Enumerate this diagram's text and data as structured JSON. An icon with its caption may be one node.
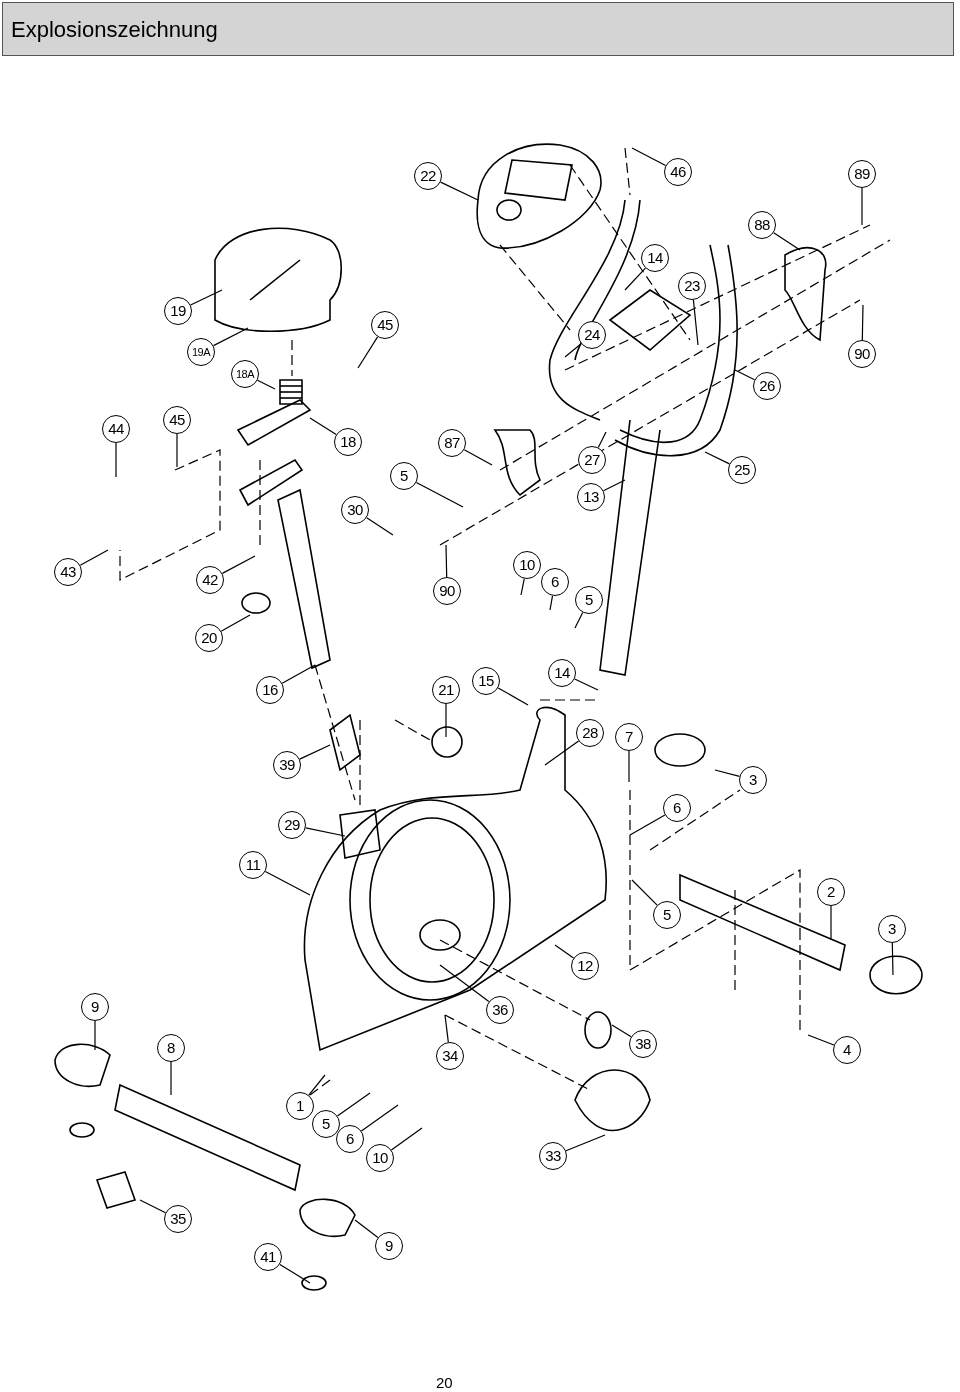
{
  "diagram": {
    "title": "Explosionszeichnung",
    "nodes": [
      {
        "text": [
          "46"
        ]
      },
      {
        "text": [
          "22"
        ]
      },
      {
        "text": [
          "89"
        ]
      },
      {
        "text": [
          "88"
        ]
      },
      {
        "text": [
          "14"
        ]
      },
      {
        "text": [
          "23"
        ]
      },
      {
        "text": [
          "19"
        ]
      },
      {
        "text": [
          "45"
        ]
      },
      {
        "text": [
          "24"
        ]
      },
      {
        "text": [
          "19A"
        ]
      },
      {
        "text": [
          "18A"
        ]
      },
      {
        "text": [
          "90"
        ]
      },
      {
        "text": [
          "26"
        ]
      },
      {
        "text": [
          "44"
        ]
      },
      {
        "text": [
          "45"
        ]
      },
      {
        "text": [
          "18"
        ]
      },
      {
        "text": [
          "87"
        ]
      },
      {
        "text": [
          "27"
        ]
      },
      {
        "text": [
          "25"
        ]
      },
      {
        "text": [
          "5"
        ]
      },
      {
        "text": [
          "13"
        ]
      },
      {
        "text": [
          "30"
        ]
      },
      {
        "text": [
          "43"
        ]
      },
      {
        "text": [
          "42"
        ]
      },
      {
        "text": [
          "90"
        ]
      },
      {
        "text": [
          "10"
        ]
      },
      {
        "text": [
          "6"
        ]
      },
      {
        "text": [
          "5"
        ]
      },
      {
        "text": [
          "20"
        ]
      },
      {
        "text": [
          "16"
        ]
      },
      {
        "text": [
          "21"
        ]
      },
      {
        "text": [
          "15"
        ]
      },
      {
        "text": [
          "14"
        ]
      },
      {
        "text": [
          "28"
        ]
      },
      {
        "text": [
          "7"
        ]
      },
      {
        "text": [
          "39"
        ]
      },
      {
        "text": [
          "3"
        ]
      },
      {
        "text": [
          "6"
        ]
      },
      {
        "text": [
          "29"
        ]
      },
      {
        "text": [
          "11"
        ]
      },
      {
        "text": [
          "2"
        ]
      },
      {
        "text": [
          "3"
        ]
      },
      {
        "text": [
          "12"
        ]
      },
      {
        "text": [
          "5"
        ]
      },
      {
        "text": [
          "9"
        ]
      },
      {
        "text": [
          "36"
        ]
      },
      {
        "text": [
          "38"
        ]
      },
      {
        "text": [
          "8"
        ]
      },
      {
        "text": [
          "4"
        ]
      },
      {
        "text": [
          "34"
        ]
      },
      {
        "text": [
          "1"
        ]
      },
      {
        "text": [
          "5"
        ]
      },
      {
        "text": [
          "6"
        ]
      },
      {
        "text": [
          "33"
        ]
      },
      {
        "text": [
          "10"
        ]
      },
      {
        "text": [
          "35"
        ]
      },
      {
        "text": [
          "9"
        ]
      },
      {
        "text": [
          "41"
        ]
      }
    ],
    "edges": [
      {
        "from": 0,
        "to": null,
        "arrow": "none"
      },
      {
        "from": 1,
        "to": null,
        "arrow": "none"
      },
      {
        "from": 2,
        "to": null,
        "arrow": "none"
      },
      {
        "from": 3,
        "to": null,
        "arrow": "none"
      },
      {
        "from": 4,
        "to": null,
        "arrow": "none"
      },
      {
        "from": 5,
        "to": null,
        "arrow": "none"
      },
      {
        "from": 6,
        "to": null,
        "arrow": "none"
      },
      {
        "from": 7,
        "to": null,
        "arrow": "none"
      },
      {
        "from": 8,
        "to": null,
        "arrow": "none"
      },
      {
        "from": 9,
        "to": null,
        "arrow": "none"
      },
      {
        "from": 10,
        "to": null,
        "arrow": "none"
      },
      {
        "from": 11,
        "to": null,
        "arrow": "none"
      },
      {
        "from": 12,
        "to": null,
        "arrow": "none"
      },
      {
        "from": 13,
        "to": null,
        "arrow": "none"
      },
      {
        "from": 14,
        "to": null,
        "arrow": "none"
      },
      {
        "from": 15,
        "to": null,
        "arrow": "none"
      },
      {
        "from": 16,
        "to": null,
        "arrow": "none"
      },
      {
        "from": 17,
        "to": null,
        "arrow": "none"
      },
      {
        "from": 18,
        "to": null,
        "arrow": "none"
      },
      {
        "from": 19,
        "to": null,
        "arrow": "none"
      },
      {
        "from": 20,
        "to": null,
        "arrow": "none"
      },
      {
        "from": 21,
        "to": null,
        "arrow": "none"
      },
      {
        "from": 22,
        "to": null,
        "arrow": "none"
      },
      {
        "from": 23,
        "to": null,
        "arrow": "none"
      },
      {
        "from": 24,
        "to": null,
        "arrow": "none"
      },
      {
        "from": 25,
        "to": null,
        "arrow": "none"
      },
      {
        "from": 26,
        "to": null,
        "arrow": "none"
      },
      {
        "from": 27,
        "to": null,
        "arrow": "none"
      },
      {
        "from": 28,
        "to": null,
        "arrow": "none"
      },
      {
        "from": 29,
        "to": null,
        "arrow": "none"
      },
      {
        "from": 30,
        "to": null,
        "arrow": "none"
      },
      {
        "from": 31,
        "to": null,
        "arrow": "none"
      },
      {
        "from": 32,
        "to": null,
        "arrow": "none"
      },
      {
        "from": 33,
        "to": null,
        "arrow": "none"
      },
      {
        "from": 34,
        "to": null,
        "arrow": "none"
      },
      {
        "from": 35,
        "to": null,
        "arrow": "none"
      },
      {
        "from": 36,
        "to": null,
        "arrow": "none"
      },
      {
        "from": 37,
        "to": null,
        "arrow": "none"
      },
      {
        "from": 38,
        "to": null,
        "arrow": "none"
      },
      {
        "from": 39,
        "to": null,
        "arrow": "none"
      },
      {
        "from": 40,
        "to": null,
        "arrow": "none"
      },
      {
        "from": 41,
        "to": null,
        "arrow": "none"
      },
      {
        "from": 42,
        "to": null,
        "arrow": "none"
      },
      {
        "from": 43,
        "to": null,
        "arrow": "none"
      },
      {
        "from": 44,
        "to": null,
        "arrow": "none"
      },
      {
        "from": 45,
        "to": null,
        "arrow": "none"
      },
      {
        "from": 46,
        "to": null,
        "arrow": "none"
      },
      {
        "from": 47,
        "to": null,
        "arrow": "none"
      },
      {
        "from": 48,
        "to": null,
        "arrow": "none"
      },
      {
        "from": 49,
        "to": null,
        "arrow": "none"
      },
      {
        "from": 50,
        "to": null,
        "arrow": "none"
      },
      {
        "from": 51,
        "to": null,
        "arrow": "none"
      },
      {
        "from": 52,
        "to": null,
        "arrow": "none"
      },
      {
        "from": 53,
        "to": null,
        "arrow": "none"
      },
      {
        "from": 54,
        "to": null,
        "arrow": "none"
      },
      {
        "from": 55,
        "to": null,
        "arrow": "none"
      },
      {
        "from": 56,
        "to": null,
        "arrow": "none"
      },
      {
        "from": 57,
        "to": null,
        "arrow": "none"
      }
    ],
    "labels": [
      "20"
    ]
  }
}
